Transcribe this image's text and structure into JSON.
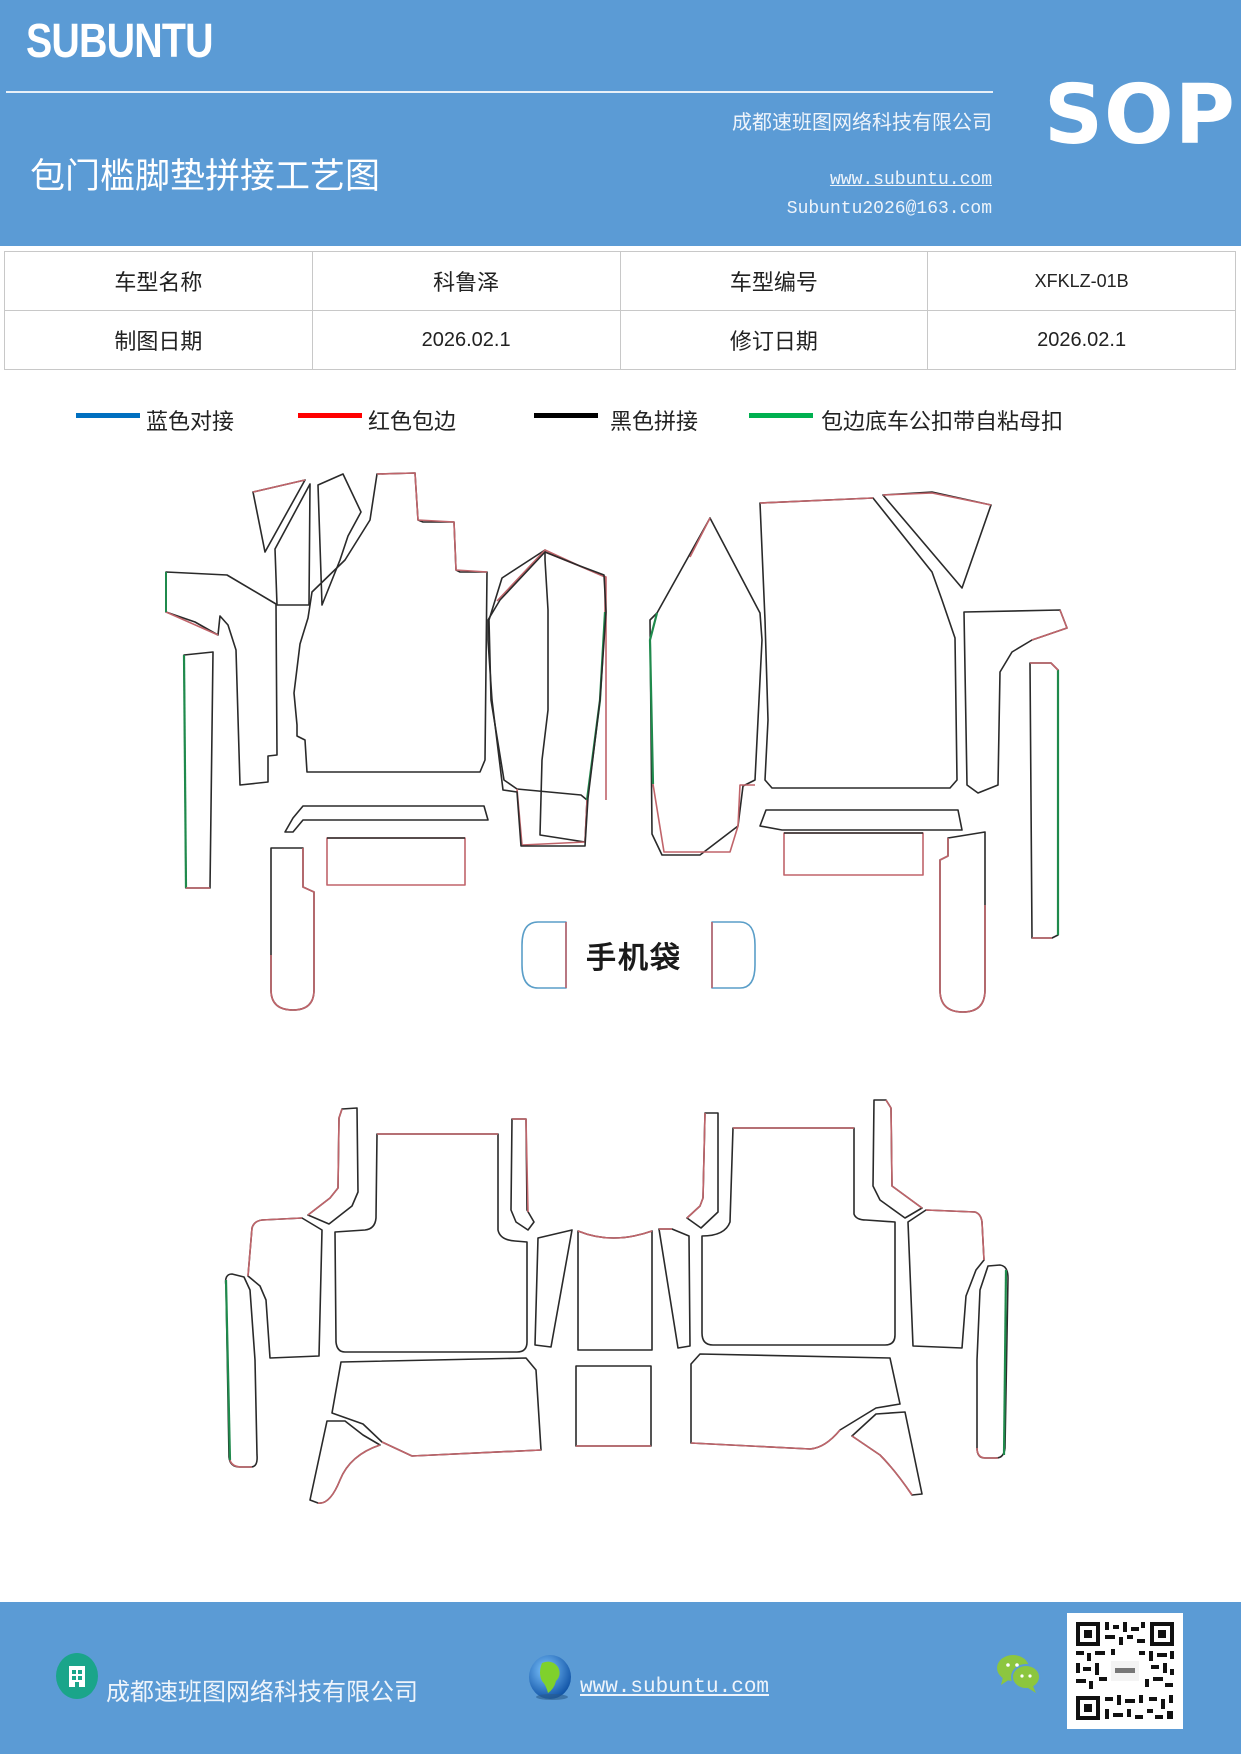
{
  "header": {
    "brand": "SUBUNTU",
    "title": "包门槛脚垫拼接工艺图",
    "company": "成都速班图网络科技有限公司",
    "website": "www.subuntu.com",
    "email": "Subuntu2026@163.com",
    "badge": "SOP",
    "background_color": "#5b9bd5"
  },
  "info_table": {
    "rows": [
      [
        {
          "label": "车型名称",
          "value": "科鲁泽"
        },
        {
          "label": "车型编号",
          "value": "XFKLZ-01B"
        }
      ],
      [
        {
          "label": "制图日期",
          "value": "2026.02.1"
        },
        {
          "label": "修订日期",
          "value": "2026.02.1"
        }
      ]
    ]
  },
  "legend": {
    "items": [
      {
        "label": "蓝色对接",
        "color": "#0070c0"
      },
      {
        "label": "红色包边",
        "color": "#ff0000"
      },
      {
        "label": "黑色拼接",
        "color": "#000000"
      },
      {
        "label": "包边底车公扣带自粘母扣",
        "color": "#00b050"
      }
    ]
  },
  "drawing": {
    "pocket_label": "手机袋",
    "stroke_colors": {
      "black": "#2a2a2a",
      "red": "#c0646a",
      "green": "#1f8a4c",
      "blue": "#5a9ec8"
    }
  },
  "footer": {
    "company": "成都速班图网络科技有限公司",
    "website": "www.subuntu.com",
    "icons": [
      "building-icon",
      "globe-icon",
      "wechat-icon",
      "qr-code"
    ]
  }
}
